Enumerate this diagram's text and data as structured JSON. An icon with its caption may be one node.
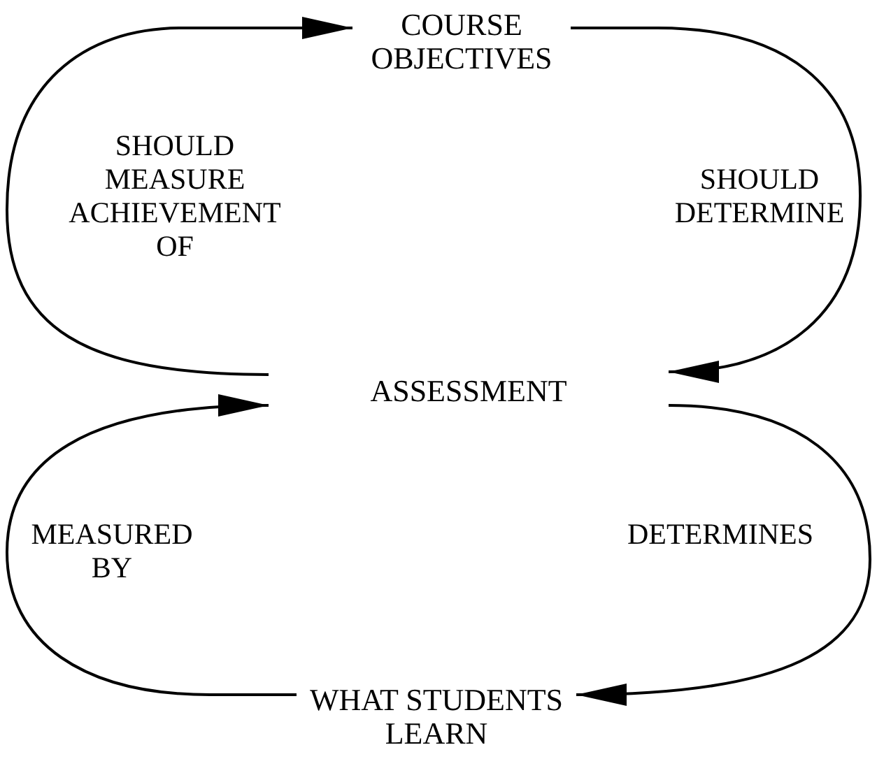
{
  "diagram": {
    "nodes": [
      {
        "text": [
          "COURSE OBJECTIVES"
        ]
      },
      {
        "text": [
          "ASSESSMENT"
        ]
      },
      {
        "text": [
          "WHAT STUDENTS LEARN"
        ]
      }
    ],
    "edges": [
      {
        "from": 1,
        "to": 0,
        "arrow": "to",
        "label": "SHOULD MEASURE ACHIEVEMENT OF"
      },
      {
        "from": 0,
        "to": 1,
        "arrow": "to",
        "label": "SHOULD DETERMINE"
      },
      {
        "from": 1,
        "to": 2,
        "arrow": "to",
        "label": "DETERMINES"
      },
      {
        "from": 2,
        "to": 1,
        "arrow": "to",
        "label": "MEASURED BY"
      }
    ]
  }
}
